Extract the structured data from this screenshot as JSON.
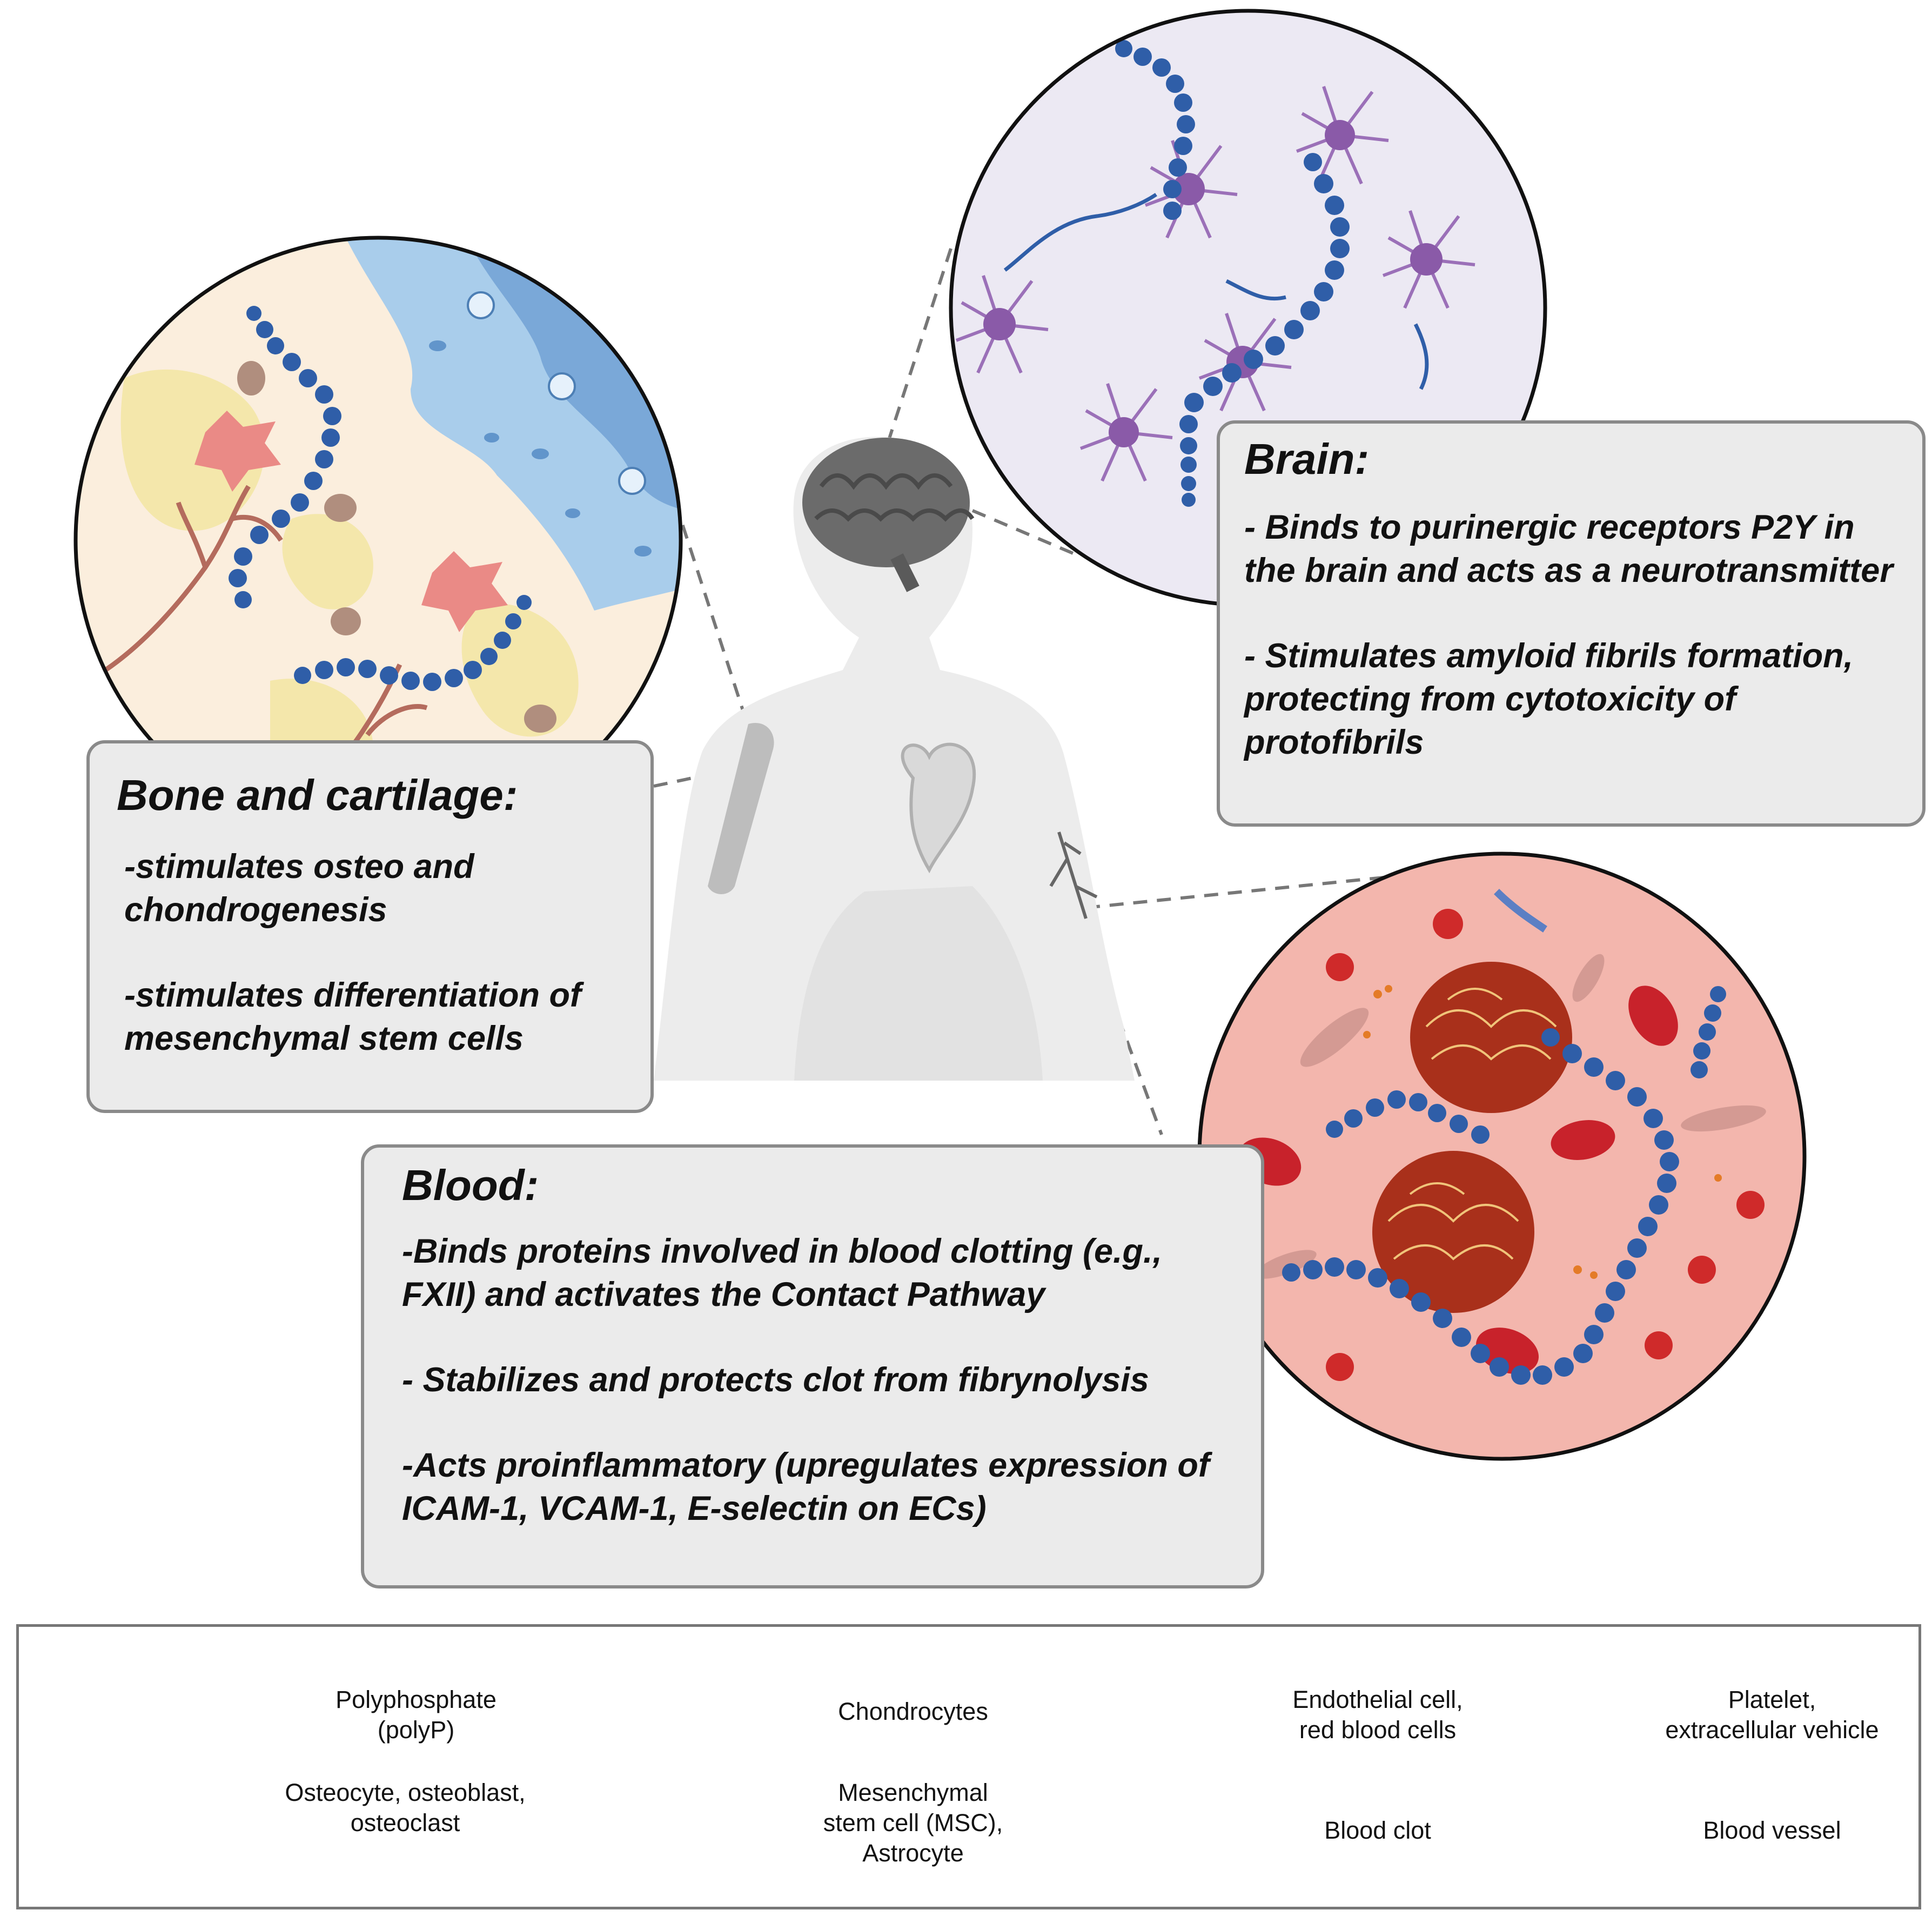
{
  "panels": {
    "bone": {
      "title": "Bone and cartilage:",
      "items": [
        "-stimulates osteo and chondrogenesis",
        "-stimulates differentiation of mesenchymal stem cells"
      ]
    },
    "brain": {
      "title": "Brain:",
      "items": [
        "- Binds to purinergic receptors P2Y in the brain and acts as a neurotransmitter",
        "- Stimulates amyloid fibrils formation, protecting from cytotoxicity of protofibrils"
      ]
    },
    "blood": {
      "title": "Blood:",
      "items": [
        "-Binds proteins involved in blood clotting (e.g., FXII) and activates the Contact Pathway",
        "- Stabilizes and protects clot from fibrynolysis",
        "-Acts proinflammatory (upregulates expression of ICAM-1, VCAM-1, E-selectin on ECs)"
      ]
    }
  },
  "legend": {
    "polyp": "Polyphosphate\n(polyP)",
    "chondrocytes": "Chondrocytes",
    "endo_rbc": "Endothelial cell,\nred blood cells",
    "platelet_ev": "Platelet,\nextracellular vehicle",
    "osteo": "Osteocyte, osteoblast,\nosteoclast",
    "msc_astro": "Mesenchymal\nstem cell (MSC),\nAstrocyte",
    "clot": "Blood clot",
    "vessel": "Blood vessel"
  },
  "colors": {
    "polyp": "#2f5ea8",
    "bone_bg": "#fbeedd",
    "cartilage": "#a9cdeb",
    "brain_bg": "#ece9f3",
    "astrocyte": "#8a5aa8",
    "blood_bg": "#f3b6ad",
    "rbc": "#c8222b",
    "platelet": "#cf2a2a",
    "clot": "#a9301b",
    "box_bg": "#ebebeb",
    "box_border": "#8a8a8a"
  }
}
